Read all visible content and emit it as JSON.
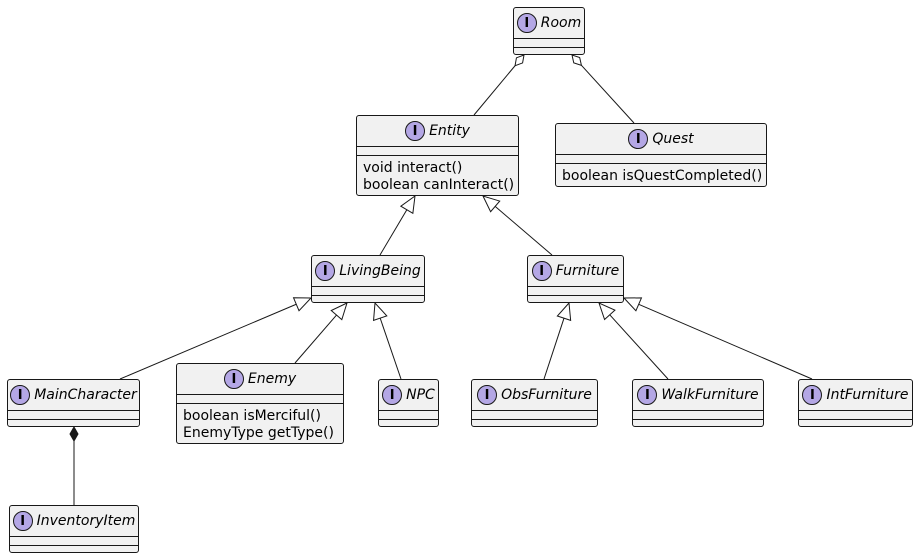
{
  "diagram": {
    "nodes": [
      {
        "id": "room",
        "name": "Room",
        "badge": "I",
        "methods": []
      },
      {
        "id": "entity",
        "name": "Entity",
        "badge": "I",
        "methods": [
          "void interact()",
          "boolean canInteract()"
        ]
      },
      {
        "id": "quest",
        "name": "Quest",
        "badge": "I",
        "methods": [
          "boolean isQuestCompleted()"
        ]
      },
      {
        "id": "livingbeing",
        "name": "LivingBeing",
        "badge": "I",
        "methods": []
      },
      {
        "id": "furniture",
        "name": "Furniture",
        "badge": "I",
        "methods": []
      },
      {
        "id": "maincharacter",
        "name": "MainCharacter",
        "badge": "I",
        "methods": []
      },
      {
        "id": "enemy",
        "name": "Enemy",
        "badge": "I",
        "methods": [
          "boolean isMerciful()",
          "EnemyType getType()"
        ]
      },
      {
        "id": "npc",
        "name": "NPC",
        "badge": "I",
        "methods": []
      },
      {
        "id": "obsfurniture",
        "name": "ObsFurniture",
        "badge": "I",
        "methods": []
      },
      {
        "id": "walkfurniture",
        "name": "WalkFurniture",
        "badge": "I",
        "methods": []
      },
      {
        "id": "intfurniture",
        "name": "IntFurniture",
        "badge": "I",
        "methods": []
      },
      {
        "id": "inventoryitem",
        "name": "InventoryItem",
        "badge": "I",
        "methods": []
      }
    ],
    "edges": [
      {
        "from": "room",
        "to": "entity",
        "type": "aggregation"
      },
      {
        "from": "room",
        "to": "quest",
        "type": "aggregation"
      },
      {
        "from": "entity",
        "to": "livingbeing",
        "type": "inheritance"
      },
      {
        "from": "entity",
        "to": "furniture",
        "type": "inheritance"
      },
      {
        "from": "livingbeing",
        "to": "maincharacter",
        "type": "inheritance"
      },
      {
        "from": "livingbeing",
        "to": "enemy",
        "type": "inheritance"
      },
      {
        "from": "livingbeing",
        "to": "npc",
        "type": "inheritance"
      },
      {
        "from": "furniture",
        "to": "obsfurniture",
        "type": "inheritance"
      },
      {
        "from": "furniture",
        "to": "walkfurniture",
        "type": "inheritance"
      },
      {
        "from": "furniture",
        "to": "intfurniture",
        "type": "inheritance"
      },
      {
        "from": "maincharacter",
        "to": "inventoryitem",
        "type": "composition"
      }
    ],
    "colors": {
      "badge": "#b4a7e5",
      "box_fill": "#f1f1f1",
      "stroke": "#181818"
    }
  }
}
